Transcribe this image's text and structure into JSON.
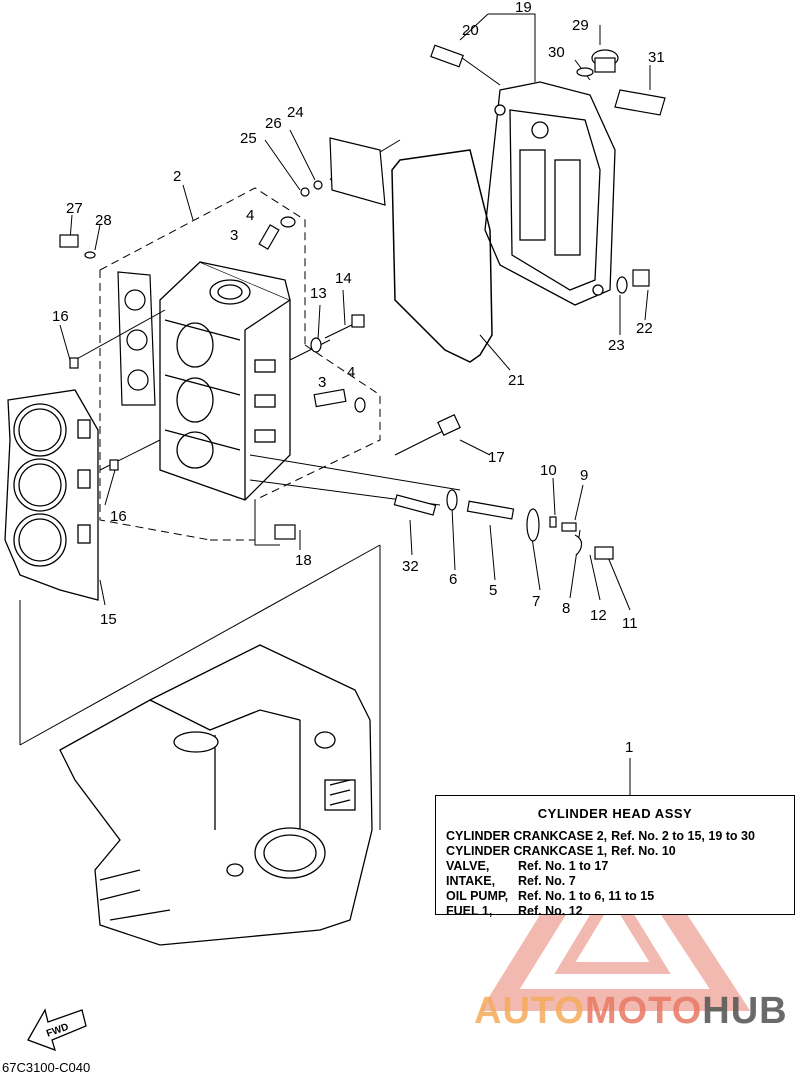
{
  "callouts": [
    "1",
    "2",
    "3",
    "4",
    "5",
    "6",
    "7",
    "8",
    "9",
    "10",
    "11",
    "12",
    "13",
    "14",
    "15",
    "16",
    "17",
    "18",
    "19",
    "20",
    "21",
    "22",
    "23",
    "24",
    "25",
    "26",
    "27",
    "28",
    "29",
    "30",
    "31",
    "32"
  ],
  "callouts_secondary": {
    "3": "3",
    "4": "4",
    "16": "16"
  },
  "info_box": {
    "title": "CYLINDER HEAD ASSY",
    "rows": [
      {
        "key": "CYLINDER CRANKCASE 2,",
        "val": "Ref. No. 2 to 15, 19 to 30"
      },
      {
        "key": "CYLINDER CRANKCASE 1,",
        "val": "Ref. No. 10"
      },
      {
        "key": "VALVE,",
        "val": "Ref. No. 1 to 17"
      },
      {
        "key": "INTAKE,",
        "val": "Ref. No. 7"
      },
      {
        "key": "OIL PUMP,",
        "val": "Ref. No. 1 to 6, 11 to 15"
      },
      {
        "key": "FUEL 1,",
        "val": "Ref. No. 12"
      }
    ]
  },
  "fwd_label": "FWD",
  "diagram_code": "67C3100-C040",
  "watermark": {
    "part_a": "AUTO",
    "part_b": "MOTO",
    "part_c": "HUB",
    "color_a": "#f5aa5a",
    "color_b": "#e87864",
    "color_c": "#5a5a5a"
  }
}
